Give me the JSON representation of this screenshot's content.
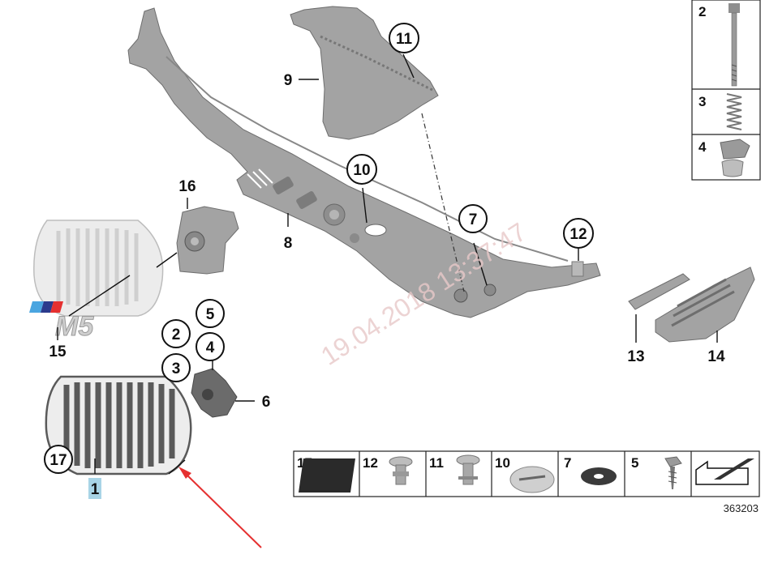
{
  "callouts": {
    "c1": "1",
    "c2": "2",
    "c3": "3",
    "c4": "4",
    "c5": "5",
    "c6": "6",
    "c7": "7",
    "c8": "8",
    "c9": "9",
    "c10": "10",
    "c11": "11",
    "c12": "12",
    "c13": "13",
    "c14": "14",
    "c15": "15",
    "c16": "16",
    "c17": "17"
  },
  "right_table": [
    "2",
    "3",
    "4"
  ],
  "bottom_table": [
    "17",
    "12",
    "11",
    "10",
    "7",
    "5"
  ],
  "watermark": "19.04.2018 13:37:47",
  "reference_number": "363203",
  "badge": {
    "letters": "M5"
  },
  "colors": {
    "arrow": "#e53030",
    "highlight": "#a8d4e6",
    "part": "#a3a3a3"
  }
}
